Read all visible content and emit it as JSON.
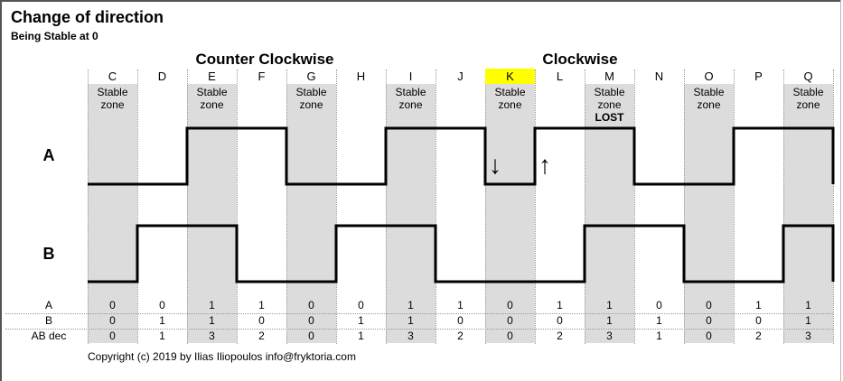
{
  "title": "Change of direction",
  "subtitle": "Being Stable at 0",
  "section_headers": {
    "left": "Counter Clockwise",
    "right": "Clockwise"
  },
  "copyright": "Copyright (c) 2019 by Ilias Iliopoulos info@fryktoria.com",
  "colors": {
    "stable_zone_fill": "#dcdcdc",
    "highlight_fill": "#ffff00",
    "dotted_line": "#999999",
    "signal_line": "#000000",
    "frame_line": "#555555"
  },
  "chart_data": {
    "type": "line",
    "subtype": "digital-quadrature-timing",
    "categories": [
      "C",
      "D",
      "E",
      "F",
      "G",
      "H",
      "I",
      "J",
      "K",
      "L",
      "M",
      "N",
      "O",
      "P",
      "Q"
    ],
    "highlighted_category": "K",
    "stable_zone_categories": [
      "C",
      "E",
      "G",
      "I",
      "K",
      "M",
      "O",
      "Q"
    ],
    "stable_zone_label": "Stable zone",
    "lost_category": "M",
    "lost_label": "LOST",
    "series": [
      {
        "name": "A",
        "values": [
          0,
          0,
          1,
          1,
          0,
          0,
          1,
          1,
          0,
          1,
          1,
          0,
          0,
          1,
          1
        ]
      },
      {
        "name": "B",
        "values": [
          0,
          1,
          1,
          0,
          0,
          1,
          1,
          0,
          0,
          0,
          1,
          1,
          0,
          0,
          1
        ]
      }
    ],
    "annotations": [
      {
        "name": "down-arrow",
        "glyph": "↓",
        "category": "K"
      },
      {
        "name": "up-arrow",
        "glyph": "↑",
        "category": "L"
      }
    ],
    "table": {
      "row_labels": [
        "A",
        "B",
        "AB dec"
      ],
      "rows": [
        [
          "0",
          "0",
          "1",
          "1",
          "0",
          "0",
          "1",
          "1",
          "0",
          "1",
          "1",
          "0",
          "0",
          "1",
          "1"
        ],
        [
          "0",
          "1",
          "1",
          "0",
          "0",
          "1",
          "1",
          "0",
          "0",
          "0",
          "1",
          "1",
          "0",
          "0",
          "1"
        ],
        [
          "0",
          "1",
          "3",
          "2",
          "0",
          "1",
          "3",
          "2",
          "0",
          "2",
          "3",
          "1",
          "0",
          "2",
          "3"
        ]
      ]
    }
  }
}
